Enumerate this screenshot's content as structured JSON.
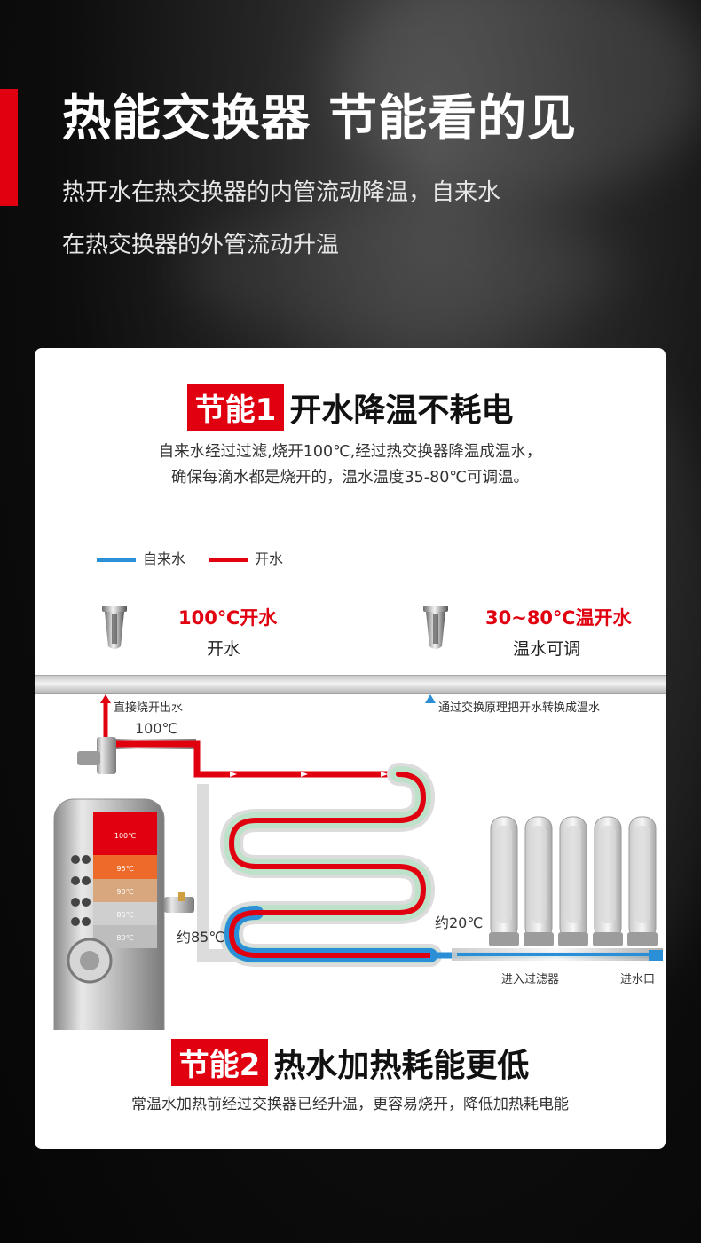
{
  "header": {
    "title": "热能交换器 节能看的见",
    "subtitle_lines": [
      "热开水在热交换器的内管流动降温，自来水",
      "在热交换器的外管流动升温"
    ]
  },
  "section1": {
    "tag": "节能1",
    "title": "开水降温不耗电",
    "desc_lines": [
      "自来水经过过滤,烧开100℃,经过热交换器降温成温水，",
      "确保每滴水都是烧开的，温水温度35-80℃可调温。"
    ]
  },
  "legend": {
    "items": [
      {
        "label": "自来水",
        "color": "#2b8fd8"
      },
      {
        "label": "开水",
        "color": "#e10010"
      }
    ]
  },
  "outlets": {
    "left": {
      "temp": "100℃开水",
      "label": "开水"
    },
    "right": {
      "temp": "30~80℃温开水",
      "label": "温水可调"
    }
  },
  "diagram": {
    "note_left": "直接烧开出水",
    "note_right": "通过交换原理把开水转换成温水",
    "temp_100": "100℃",
    "temp_85": "约85℃",
    "temp_20": "约20℃",
    "filter_label": "进入过滤器",
    "inlet_label": "进水口",
    "tank_levels": [
      "100℃",
      "95℃",
      "90℃",
      "85℃",
      "80℃"
    ]
  },
  "section2": {
    "tag": "节能2",
    "title": "热水加热耗能更低",
    "desc": "常温水加热前经过交换器已经升温，更容易烧开，降低加热耗电能"
  },
  "colors": {
    "accent_red": "#e10010",
    "water_blue": "#2b8fd8",
    "card_bg": "#ffffff"
  }
}
